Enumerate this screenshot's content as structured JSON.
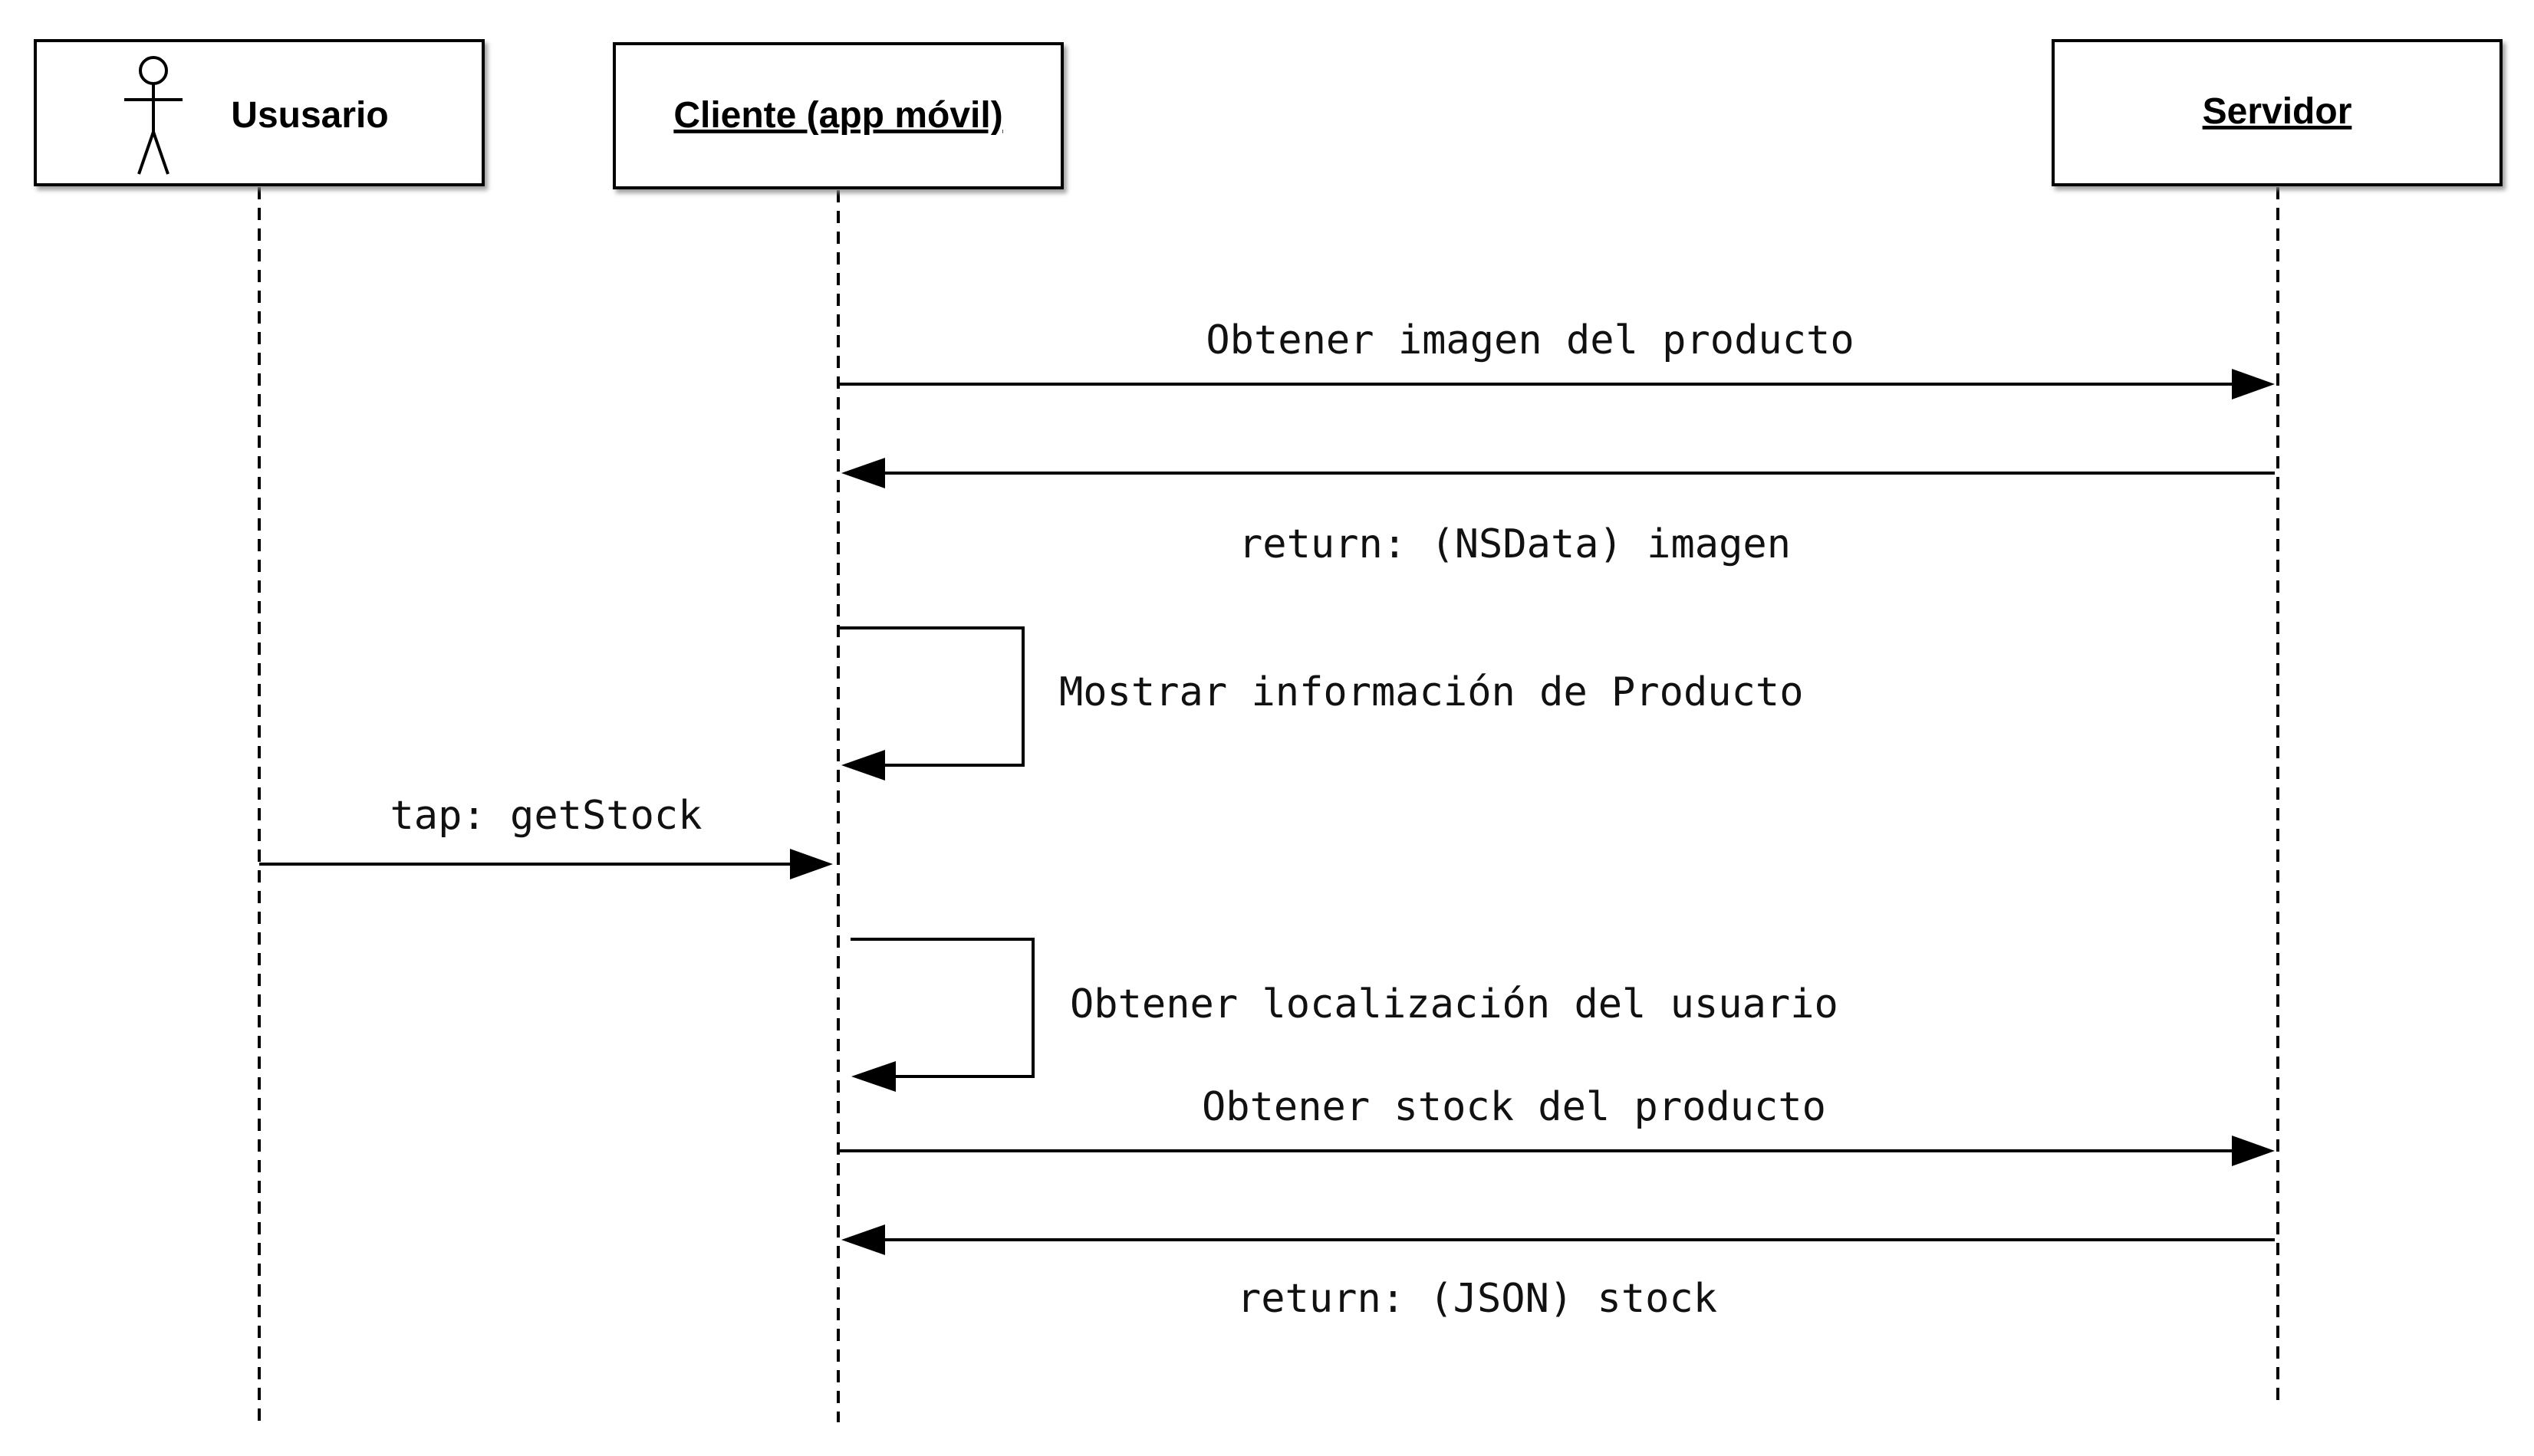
{
  "participants": {
    "user": {
      "name": "Ususario",
      "kind": "actor",
      "underlined": false
    },
    "client": {
      "name": "Cliente (app móvil)",
      "kind": "object",
      "underlined": true
    },
    "server": {
      "name": "Servidor",
      "kind": "object",
      "underlined": true
    }
  },
  "messages": [
    {
      "label": "Obtener imagen del producto",
      "from": "client",
      "to": "server",
      "type": "call"
    },
    {
      "label": "return: (NSData) imagen",
      "from": "server",
      "to": "client",
      "type": "return"
    },
    {
      "label": "Mostrar información de Producto",
      "from": "client",
      "to": "client",
      "type": "self"
    },
    {
      "label": "tap: getStock",
      "from": "user",
      "to": "client",
      "type": "call"
    },
    {
      "label": "Obtener localización del usuario",
      "from": "client",
      "to": "client",
      "type": "self"
    },
    {
      "label": "Obtener stock del producto",
      "from": "client",
      "to": "server",
      "type": "call"
    },
    {
      "label": "return: (JSON) stock",
      "from": "server",
      "to": "client",
      "type": "return"
    }
  ],
  "colors": {
    "line": "#000000",
    "box_fill": "#ffffff",
    "box_shadow": "#9a9a9a"
  }
}
